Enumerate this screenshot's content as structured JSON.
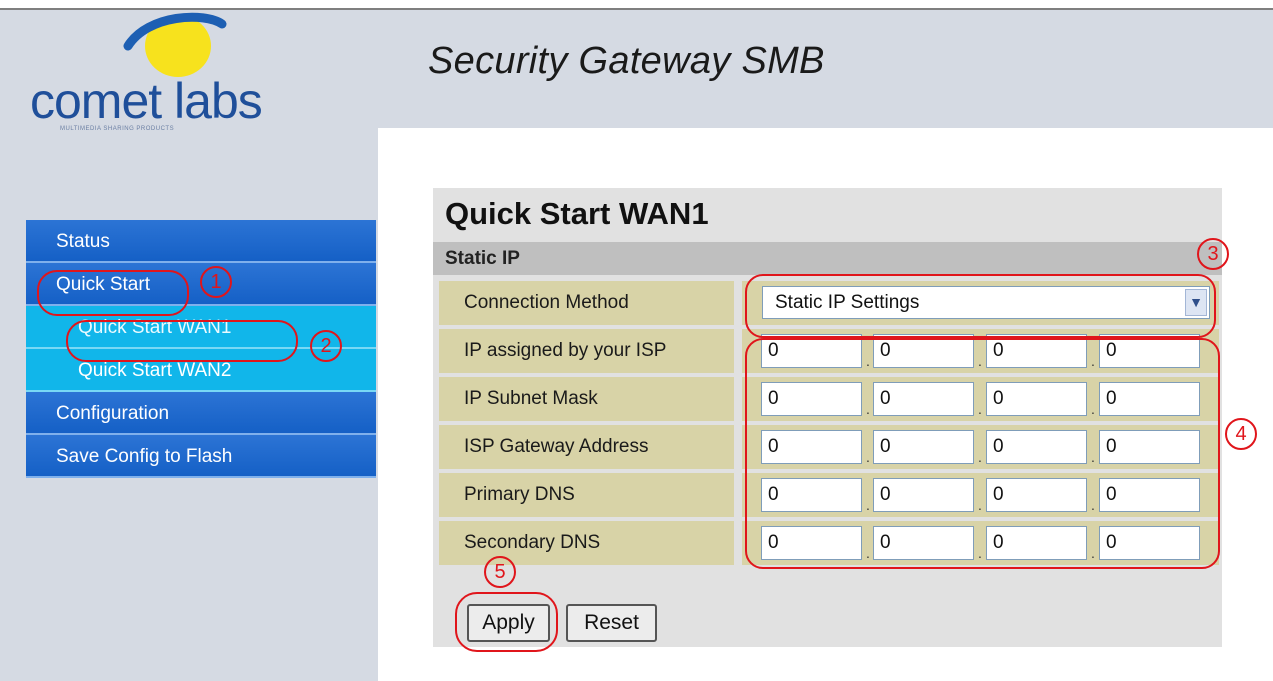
{
  "header": {
    "logo_text": "comet labs",
    "logo_tagline": "MULTIMEDIA SHARING PRODUCTS",
    "title": "Security Gateway SMB"
  },
  "sidebar": {
    "items": [
      {
        "label": "Status"
      },
      {
        "label": "Quick Start"
      },
      {
        "label": "Quick Start WAN1"
      },
      {
        "label": "Quick Start WAN2"
      },
      {
        "label": "Configuration"
      },
      {
        "label": "Save Config to Flash"
      }
    ]
  },
  "form": {
    "title": "Quick Start WAN1",
    "section": "Static IP",
    "connection_method_label": "Connection Method",
    "connection_method_value": "Static IP Settings",
    "rows": [
      {
        "label": "IP assigned by your ISP",
        "octets": [
          "0",
          "0",
          "0",
          "0"
        ]
      },
      {
        "label": "IP Subnet Mask",
        "octets": [
          "0",
          "0",
          "0",
          "0"
        ]
      },
      {
        "label": "ISP Gateway Address",
        "octets": [
          "0",
          "0",
          "0",
          "0"
        ]
      },
      {
        "label": "Primary DNS",
        "octets": [
          "0",
          "0",
          "0",
          "0"
        ]
      },
      {
        "label": "Secondary DNS",
        "octets": [
          "0",
          "0",
          "0",
          "0"
        ]
      }
    ],
    "apply_label": "Apply",
    "reset_label": "Reset"
  },
  "annotations": [
    "1",
    "2",
    "3",
    "4",
    "5"
  ],
  "colors": {
    "menu_blue": "#1560c6",
    "submenu_cyan": "#11b6ea",
    "label_bg": "#d8d3a7",
    "callout_red": "#e0151b"
  },
  "icons": {
    "logo": "comet-logo-icon",
    "dropdown": "chevron-down-icon"
  }
}
